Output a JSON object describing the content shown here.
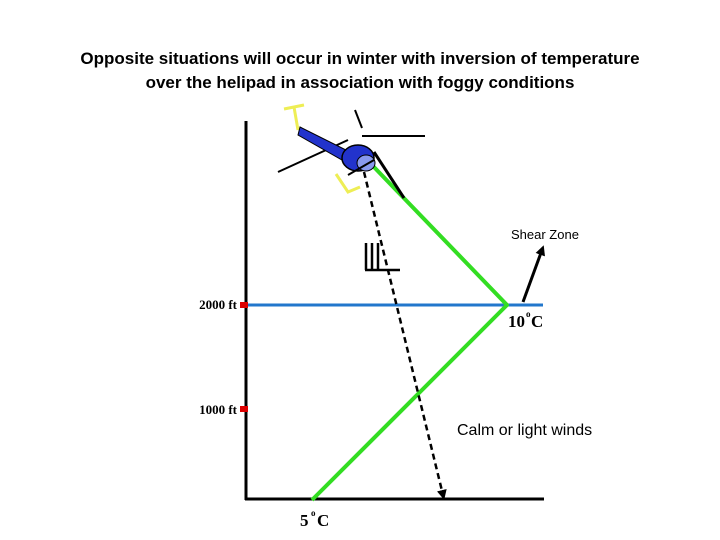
{
  "title": {
    "line1": "Opposite situations will occur in winter with inversion of temperature",
    "line2": "over the helipad in association with foggy conditions"
  },
  "altitude_labels": {
    "alt_2000": "2000 ft",
    "alt_1000": "1000 ft"
  },
  "temperature_labels": {
    "upper_value": "10",
    "upper_unit": "C",
    "lower_value": "5",
    "lower_unit": "C",
    "degree_symbol": "o"
  },
  "annotations": {
    "shear_zone": "Shear Zone",
    "calm_winds": "Calm or light winds"
  },
  "colors": {
    "temperature_profile": "#33dd22",
    "inversion_line": "#2277cc",
    "altitude_marker": "#dd0000",
    "helicopter_body": "#2233cc",
    "rotor_glint": "#eeee55"
  },
  "icons": {
    "helicopter": "helicopter-icon",
    "wind_barb": "wind-barb-icon"
  }
}
